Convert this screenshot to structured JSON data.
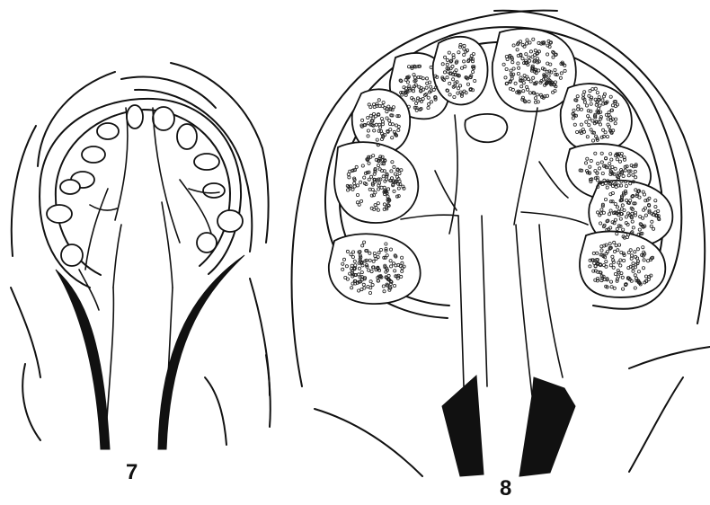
{
  "figures": [
    {
      "id": "fig-7",
      "label": "7"
    },
    {
      "id": "fig-8",
      "label": "8"
    }
  ]
}
